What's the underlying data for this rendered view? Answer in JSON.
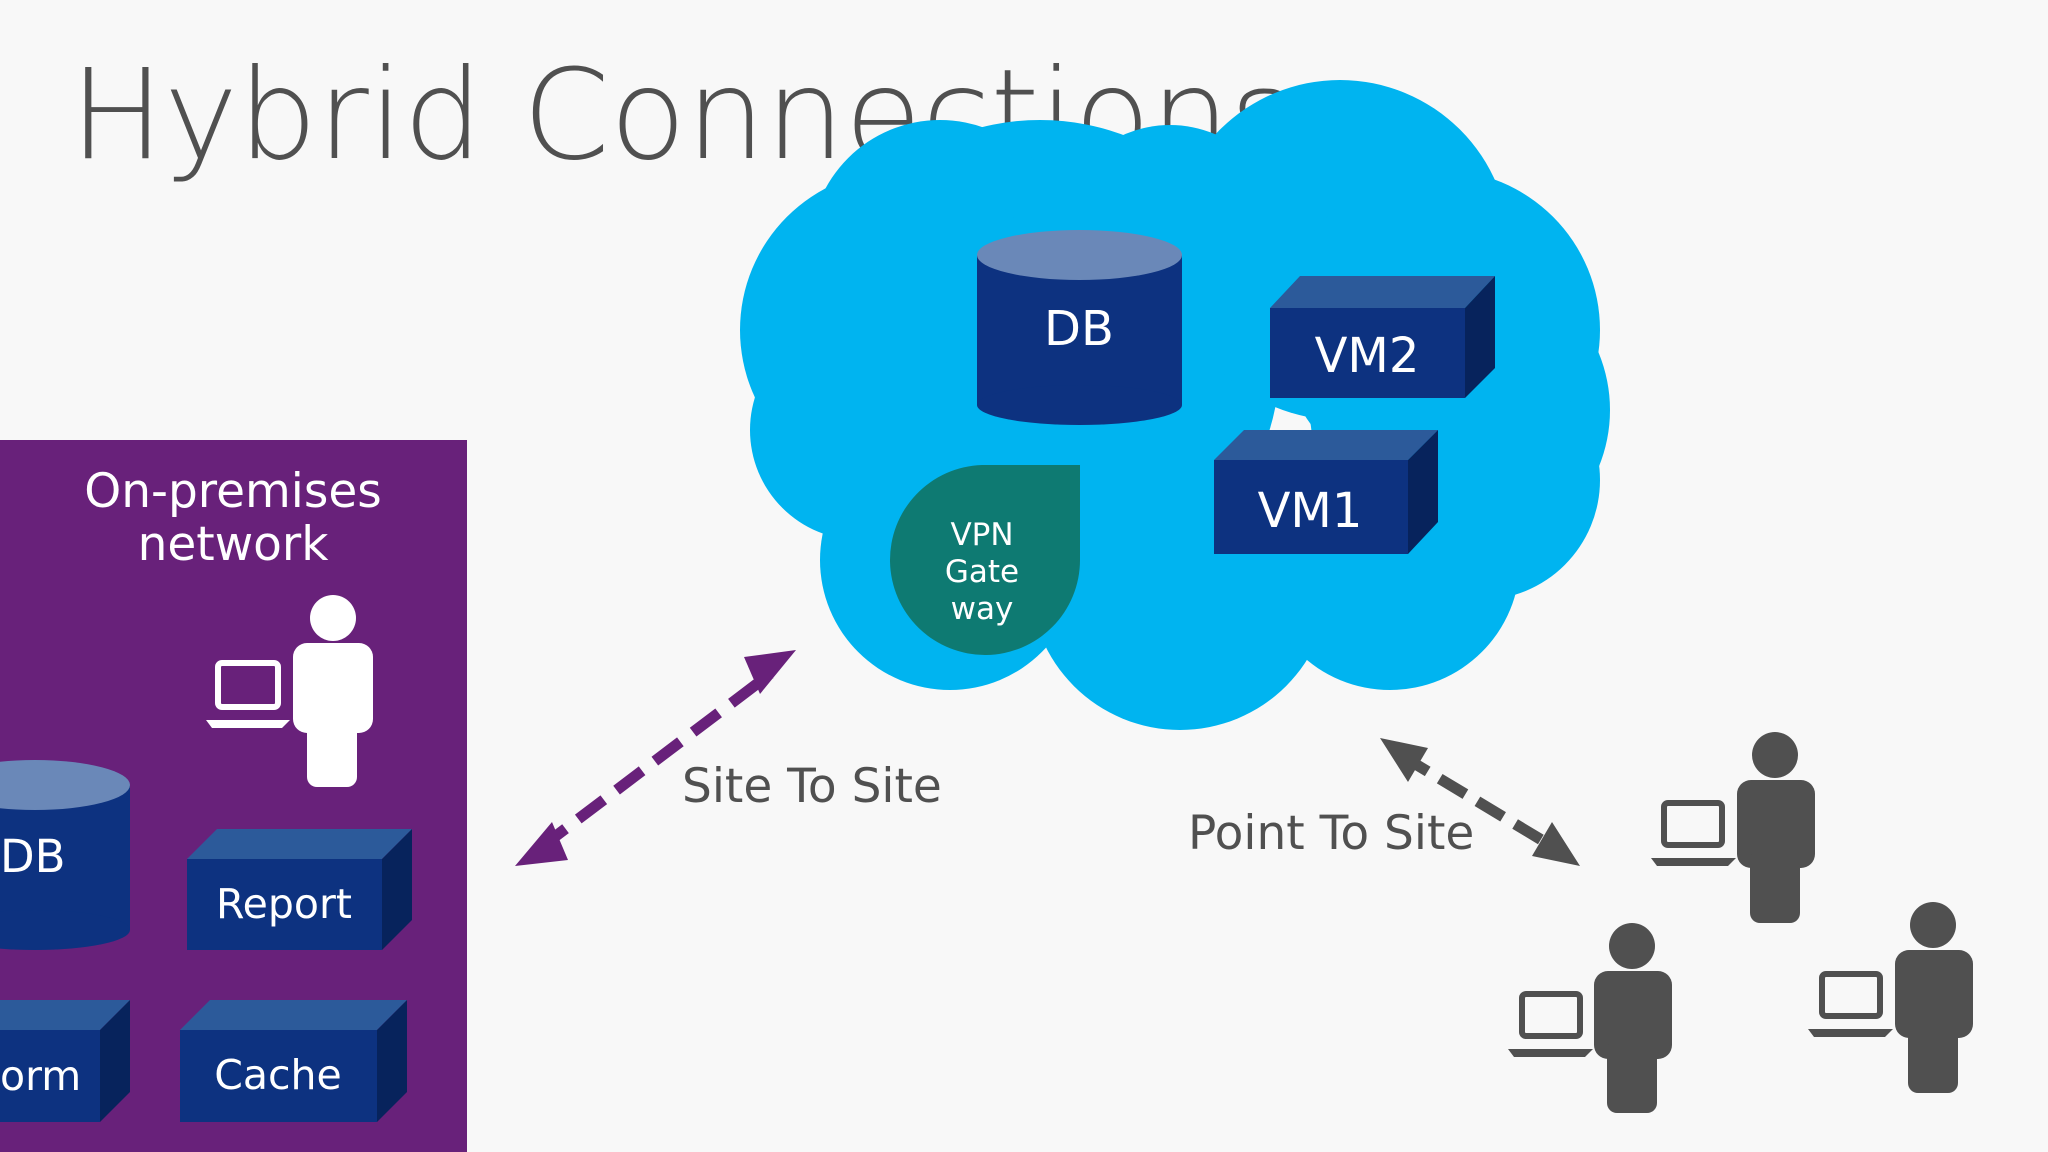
{
  "title": "Hybrid Connections",
  "cloud": {
    "db_label": "DB",
    "vm2_label": "VM2",
    "vm1_label": "VM1",
    "vpn_lines": [
      "VPN",
      "Gate",
      "way"
    ]
  },
  "on_premises": {
    "title_lines": [
      "On-premises",
      "network"
    ],
    "db_label": "DB",
    "report_label": "Report",
    "form_label": "orm",
    "cache_label": "Cache"
  },
  "connections": {
    "site_to_site": "Site To Site",
    "point_to_site": "Point To Site"
  },
  "colors": {
    "cloud": "#00b4f0",
    "navy": "#0d3280",
    "navy_top": "#2c5a9a",
    "navy_side": "#07235c",
    "db_top": "#6a88b8",
    "vpn": "#0e7a72",
    "purple": "#68217a",
    "gray": "#505050",
    "arrow_purple": "#68217a",
    "arrow_gray": "#505050"
  },
  "icons": [
    "user-icon",
    "laptop-icon",
    "database-icon",
    "server-box-icon",
    "bidirectional-arrow-icon",
    "cloud-icon"
  ]
}
